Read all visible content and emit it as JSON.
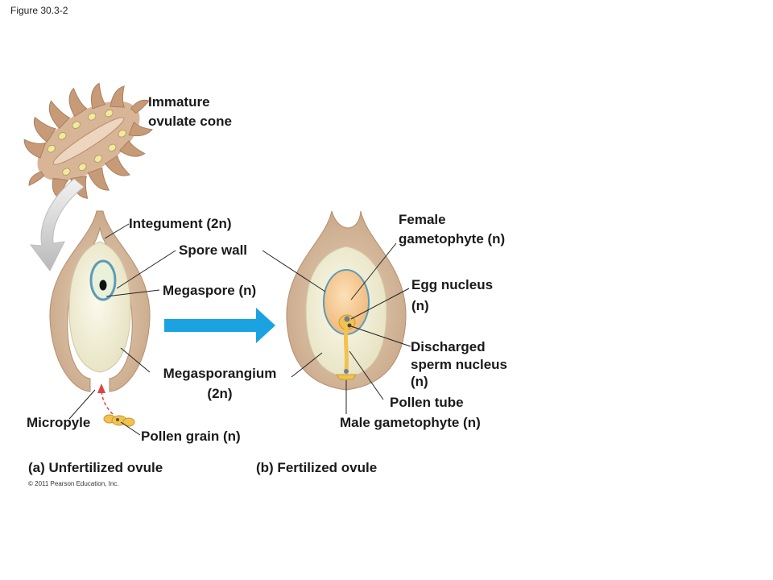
{
  "figure_title": "Figure 30.3-2",
  "labels": {
    "immature_cone_1": "Immature",
    "immature_cone_2": "ovulate cone",
    "integument": "Integument (2n)",
    "spore_wall": "Spore wall",
    "megaspore": "Megaspore (n)",
    "megasporangium_1": "Megasporangium",
    "megasporangium_2": "(2n)",
    "micropyle": "Micropyle",
    "pollen_grain": "Pollen grain (n)",
    "female_gametophyte_1": "Female",
    "female_gametophyte_2": "gametophyte (n)",
    "egg_nucleus_1": "Egg nucleus",
    "egg_nucleus_2": "(n)",
    "discharged_1": "Discharged",
    "discharged_2": "sperm nucleus",
    "discharged_3": "(n)",
    "pollen_tube": "Pollen tube",
    "male_gametophyte": "Male gametophyte (n)"
  },
  "captions": {
    "a": "(a) Unfertilized ovule",
    "b": "(b) Fertilized ovule"
  },
  "copyright": "© 2011 Pearson Education, Inc.",
  "colors": {
    "integument": "#c9a98a",
    "megasporangium": "#f1edd2",
    "megaspore_ring": "#5b9bb8",
    "gametophyte": "#f4c98e",
    "arrow": "#1aa3e0",
    "pollen": "#f2c14e",
    "cone": "#c79a78"
  },
  "icons": [
    "immature-cone-illustration",
    "curved-arrow",
    "right-arrow",
    "pollen-grain",
    "dashed-arrow"
  ]
}
